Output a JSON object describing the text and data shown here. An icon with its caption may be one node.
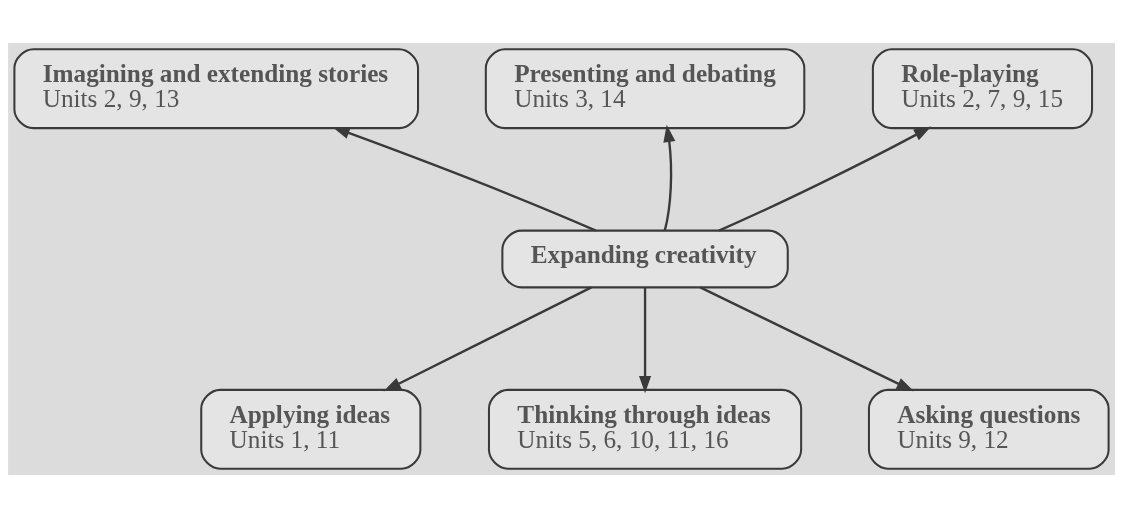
{
  "diagram": {
    "nodes": [
      {
        "text": [
          "Imagining and extending stories",
          "Units 2, 9, 13"
        ]
      },
      {
        "text": [
          "Presenting and debating",
          "Units 3, 14"
        ]
      },
      {
        "text": [
          "Role-playing",
          "Units 2, 7, 9, 15"
        ]
      },
      {
        "text": [
          "Expanding creativity"
        ]
      },
      {
        "text": [
          "Applying ideas",
          "Units 1, 11"
        ]
      },
      {
        "text": [
          "Thinking through ideas",
          "Units 5, 6, 10, 11, 16"
        ]
      },
      {
        "text": [
          "Asking questions",
          "Units 9, 12"
        ]
      }
    ],
    "edges": [
      {
        "from": 3,
        "to": 0,
        "arrow": "to"
      },
      {
        "from": 3,
        "to": 1,
        "arrow": "to"
      },
      {
        "from": 3,
        "to": 2,
        "arrow": "to"
      },
      {
        "from": 3,
        "to": 4,
        "arrow": "to"
      },
      {
        "from": 3,
        "to": 5,
        "arrow": "to"
      },
      {
        "from": 3,
        "to": 6,
        "arrow": "to"
      }
    ]
  }
}
